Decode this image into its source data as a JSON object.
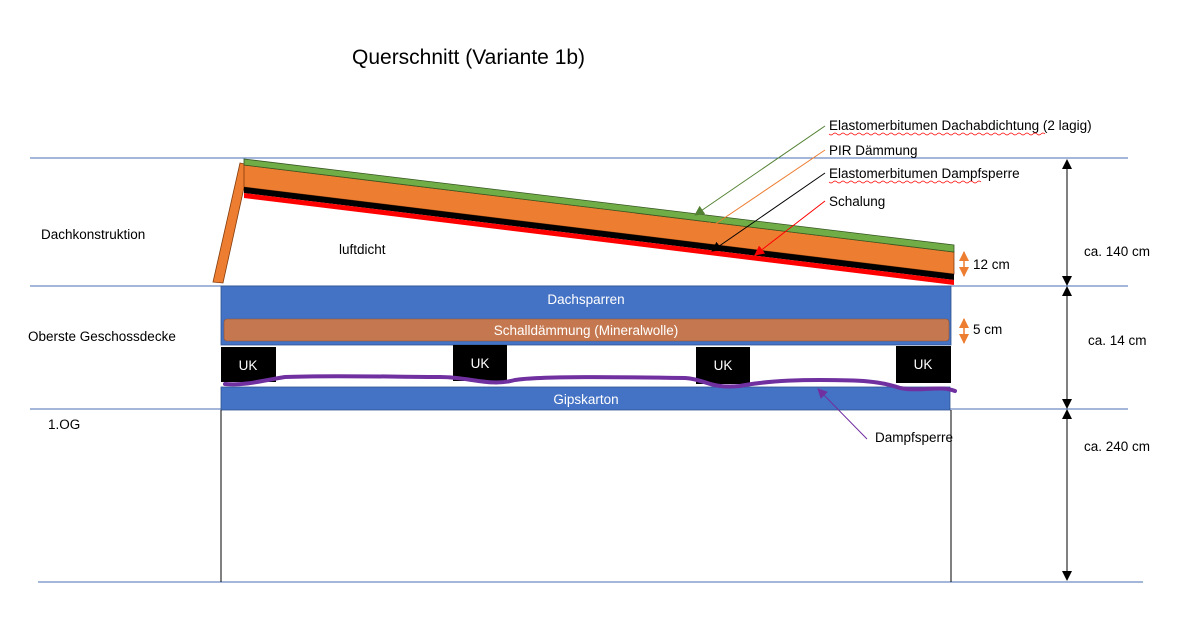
{
  "title": "Querschnitt (Variante 1b)",
  "zones": {
    "roof": "Dachkonstruktion",
    "ceiling": "Oberste Geschossdecke",
    "floor": "1.OG"
  },
  "inside_label": "luftdicht",
  "layers": {
    "roof_membrane": "Elastomerbitumen Dachabdichtung (2 lagig)",
    "insulation": "PIR Dämmung",
    "vapor_barrier_roof": "Elastomerbitumen Dampfsperre",
    "boarding": "Schalung",
    "rafters": "Dachsparren",
    "sound_insulation": "Schalldämmung (Mineralwolle)",
    "plasterboard": "Gipskarton",
    "vapor_barrier_ceiling": "Dampfsperre"
  },
  "battens": [
    "UK",
    "UK",
    "UK",
    "UK"
  ],
  "thicknesses": {
    "roof_layer": "12 cm",
    "sound_layer": "5 cm"
  },
  "heights": {
    "roof": "ca. 140 cm",
    "ceiling": "ca. 14 cm",
    "floor": "ca. 240 cm"
  },
  "colors": {
    "guide_line": "#4a6fb5",
    "membrane_green": "#70ad47",
    "insulation_orange": "#ed7d31",
    "vapor_black": "#000000",
    "boarding_red": "#ff0000",
    "rafter_blue": "#4472c4",
    "sound_brown": "#c5784f",
    "vapor_purple": "#7030a0",
    "leader_green": "#548235",
    "leader_orange": "#ed7d31",
    "leader_black": "#000000",
    "leader_red": "#ff0000",
    "leader_purple": "#7030a0"
  }
}
